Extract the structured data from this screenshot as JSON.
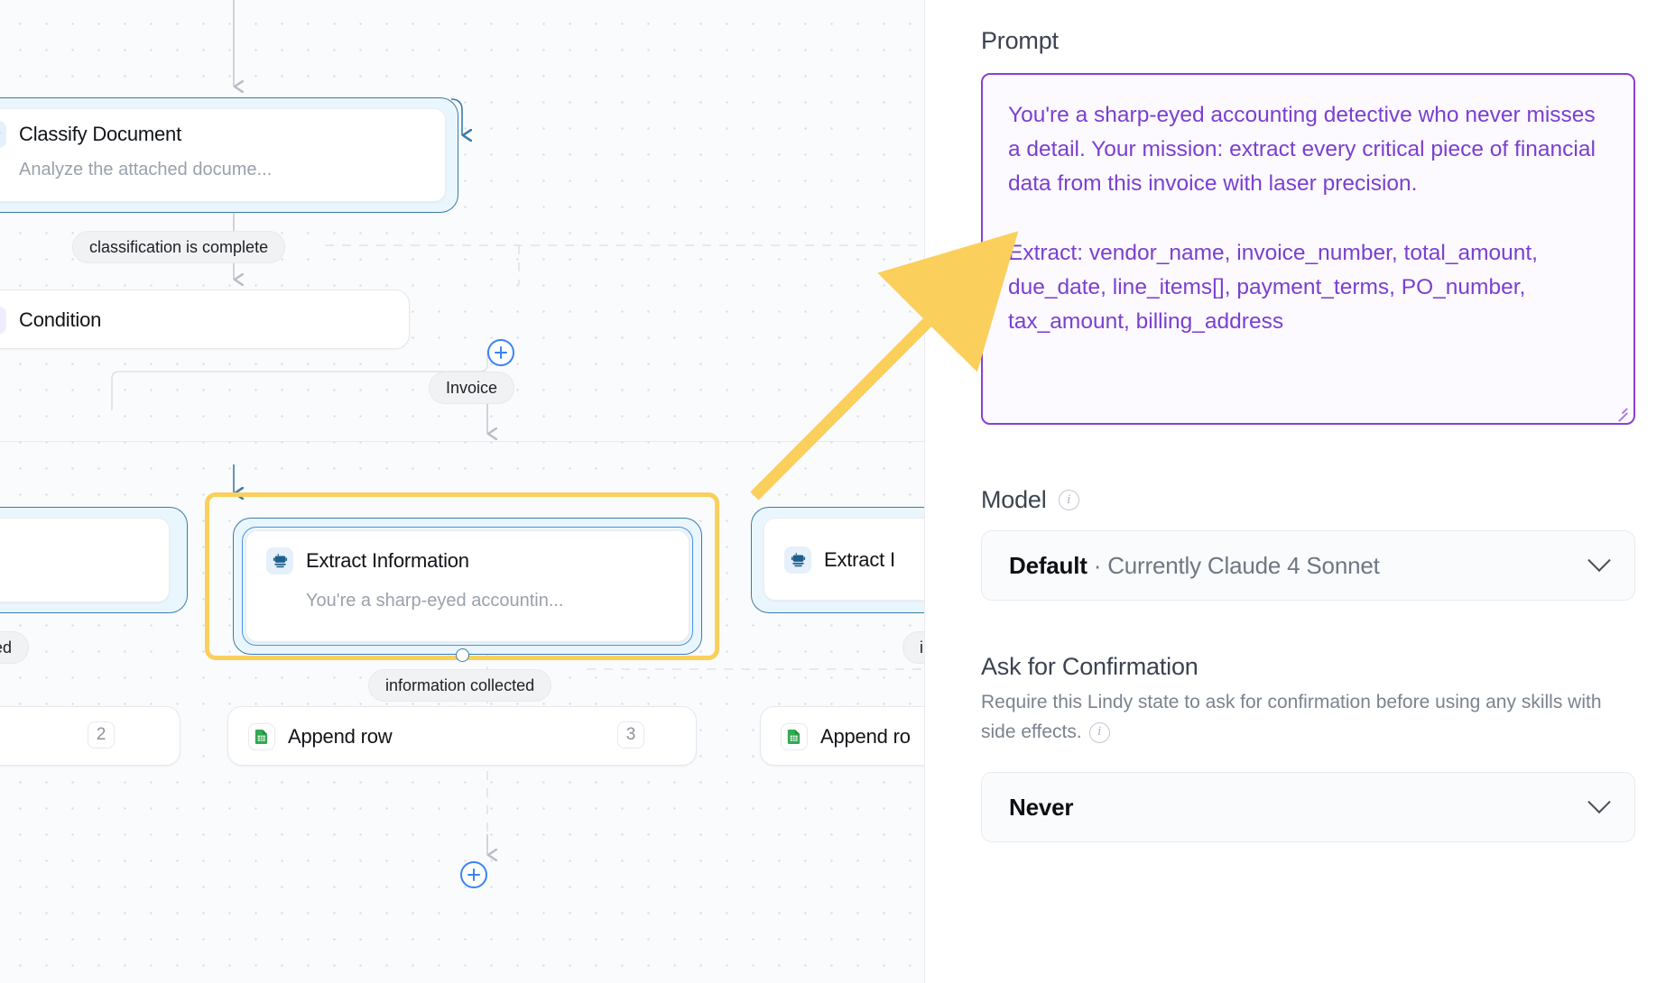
{
  "canvas": {
    "nodes": [
      {
        "id": "classify",
        "title": "Classify Document",
        "subtitle": "Analyze the attached docume...",
        "icon": "robot-icon"
      },
      {
        "id": "condition",
        "title": "Condition",
        "subtitle": "",
        "icon": "condition-branch-icon"
      },
      {
        "id": "extract_center",
        "title": "Extract Information",
        "subtitle": "You're a sharp-eyed accountin...",
        "icon": "robot-icon"
      },
      {
        "id": "extract_right",
        "title": "Extract I",
        "subtitle": "",
        "icon": "robot-icon"
      },
      {
        "id": "append_center",
        "title": "Append row",
        "subtitle": "",
        "icon": "google-sheets-icon",
        "badge": "3"
      },
      {
        "id": "append_right",
        "title": "Append ro",
        "subtitle": "",
        "icon": "google-sheets-icon"
      },
      {
        "id": "append_left",
        "title": "",
        "subtitle": "",
        "icon": "",
        "badge": "2"
      }
    ],
    "edge_labels": [
      {
        "id": "classification_complete",
        "text": "classification is complete"
      },
      {
        "id": "invoice",
        "text": "Invoice"
      },
      {
        "id": "information_collected",
        "text": "information collected"
      },
      {
        "id": "left_truncated",
        "text": "cted"
      },
      {
        "id": "right_truncated",
        "text": "in"
      }
    ],
    "highlight_color": "#fbcf5c"
  },
  "panel": {
    "prompt": {
      "label": "Prompt",
      "value": "You're a sharp-eyed accounting detective who never misses a detail. Your mission: extract every critical piece of financial data from this invoice with laser precision.\n\nExtract: vendor_name, invoice_number, total_amount, due_date, line_items[], payment_terms, PO_number, tax_amount, billing_address",
      "border_color": "#8b3fd4",
      "text_color": "#7b3fcf"
    },
    "model": {
      "label": "Model",
      "info_icon": "info-icon",
      "selected_primary": "Default",
      "selected_secondary": " · Currently Claude 4 Sonnet"
    },
    "confirmation": {
      "title": "Ask for Confirmation",
      "description": "Require this Lindy state to ask for confirmation before using any skills with side effects.",
      "info_icon": "info-icon",
      "selected": "Never"
    }
  }
}
